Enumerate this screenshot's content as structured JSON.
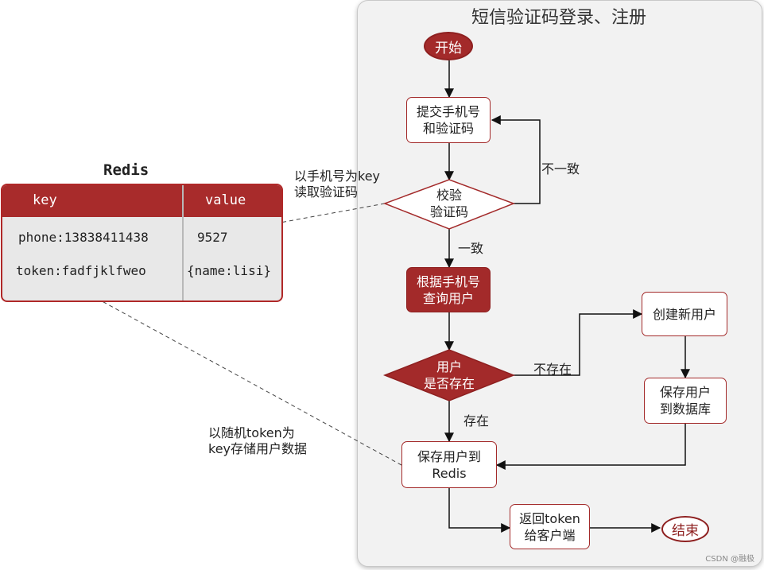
{
  "flow": {
    "title": "短信验证码登录、注册",
    "start": "开始",
    "submit": "提交手机号\n和验证码",
    "verify": "校验\n验证码",
    "query_user": "根据手机号\n查询用户",
    "user_exists": "用户\n是否存在",
    "create_user": "创建新用户",
    "save_db": "保存用户\n到数据库",
    "save_redis": "保存用户到\nRedis",
    "return_token": "返回token\n给客户端",
    "end": "结束",
    "edge_mismatch": "不一致",
    "edge_match": "一致",
    "edge_not_exist": "不存在",
    "edge_exist": "存在"
  },
  "redis": {
    "title": "Redis",
    "col_key": "key",
    "col_value": "value",
    "rows": [
      {
        "key": "phone:13838411438",
        "value": "9527"
      },
      {
        "key": "token:fadfjklfweo",
        "value": "{name:lisi}"
      }
    ]
  },
  "annotations": {
    "read_code": "以手机号为key\n读取验证码",
    "store_user": "以随机token为\nkey存储用户数据"
  },
  "watermark": "CSDN @融极",
  "colors": {
    "accent": "#a32a2a",
    "panel": "#f2f2f2"
  }
}
